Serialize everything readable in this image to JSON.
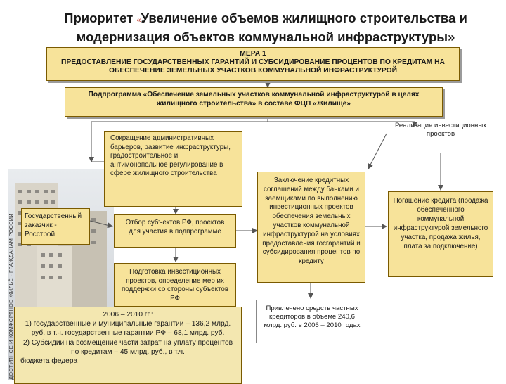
{
  "title": {
    "prefix": "Приоритет ",
    "quote": "«",
    "line1": "Увеличение объемов жилищного строительства и",
    "line2": "модернизация объектов коммунальной инфраструктуры»"
  },
  "side_text": "ДОСТУПНОЕ И КОМФОРТНОЕ ЖИЛЬЁ - ГРАЖДАНАМ РОССИИ",
  "measure": {
    "title": "МЕРА 1",
    "text": "ПРЕДОСТАВЛЕНИЕ ГОСУДАРСТВЕННЫХ ГАРАНТИЙ И СУБСИДИРОВАНИЕ ПРОЦЕНТОВ ПО КРЕДИТАМ НА ОБЕСПЕЧЕНИЕ ЗЕМЕЛЬНЫХ УЧАСТКОВ КОММУНАЛЬНОЙ ИНФРАСТРУКТУРОЙ"
  },
  "subprogram": "Подпрограмма «Обеспечение земельных участков коммунальной инфраструктурой в целях жилищного строительства» в составе ФЦП «Жилище»",
  "boxes": {
    "barriers": "Сокращение административных барьеров, развитие инфраструктуры, градостроительное и антимонопольное регулирование в сфере жилищного строительства",
    "customer": "Государственный заказчик - Росстрой",
    "selection": "Отбор субъектов РФ, проектов для участия в подпрограмме",
    "preparation": "Подготовка инвестиционных проектов, определение мер их поддержки со стороны субъектов РФ",
    "agreements": "Заключение кредитных соглашений между банками и заемщиками по выполнению инвестиционных проектов обеспечения земельных участков коммунальной инфраструктурой на условиях предоставления госгарантий и субсидирования процентов по кредиту",
    "implementation": "Реализация инвестиционных проектов",
    "repayment": "Погашение кредита (продажа обеспеченного коммунальной инфраструктурой земельного участка, продажа жилья, плата за подключение)",
    "attracted": "Привлечено средств частных кредиторов в объеме 240,6 млрд. руб. в 2006 – 2010 годах"
  },
  "funding": {
    "heading": "2006 – 2010 гг.:",
    "item1": "1) государственные и муниципальные гарантии – 136,2 млрд. руб, в т.ч. государственные гарантии РФ – 68,1 млрд. руб.",
    "item2": "2) Субсидии на возмещение части затрат на уплату процентов по кредитам – 45 млрд. руб., в т.ч.",
    "item3": "бюджета федера"
  }
}
